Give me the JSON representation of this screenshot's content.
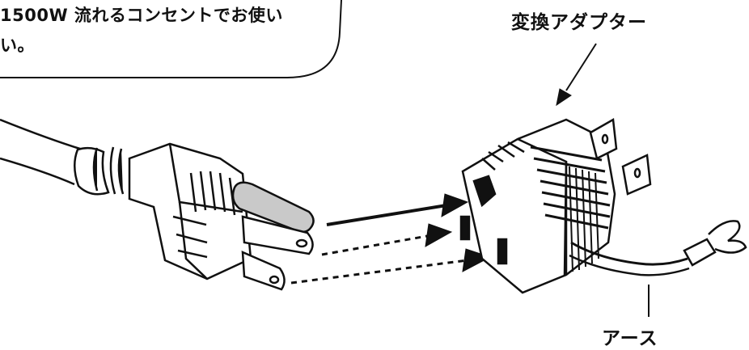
{
  "callout": {
    "line1": "1500W 流れるコンセントでお使い",
    "line2": "い。"
  },
  "labels": {
    "adapter": "変換アダプター",
    "earth": "アース"
  },
  "colors": {
    "line": "#111111",
    "prong_fill": "#ffffff",
    "ground_pin_fill": "#c9c9c9",
    "background": "#ffffff"
  }
}
